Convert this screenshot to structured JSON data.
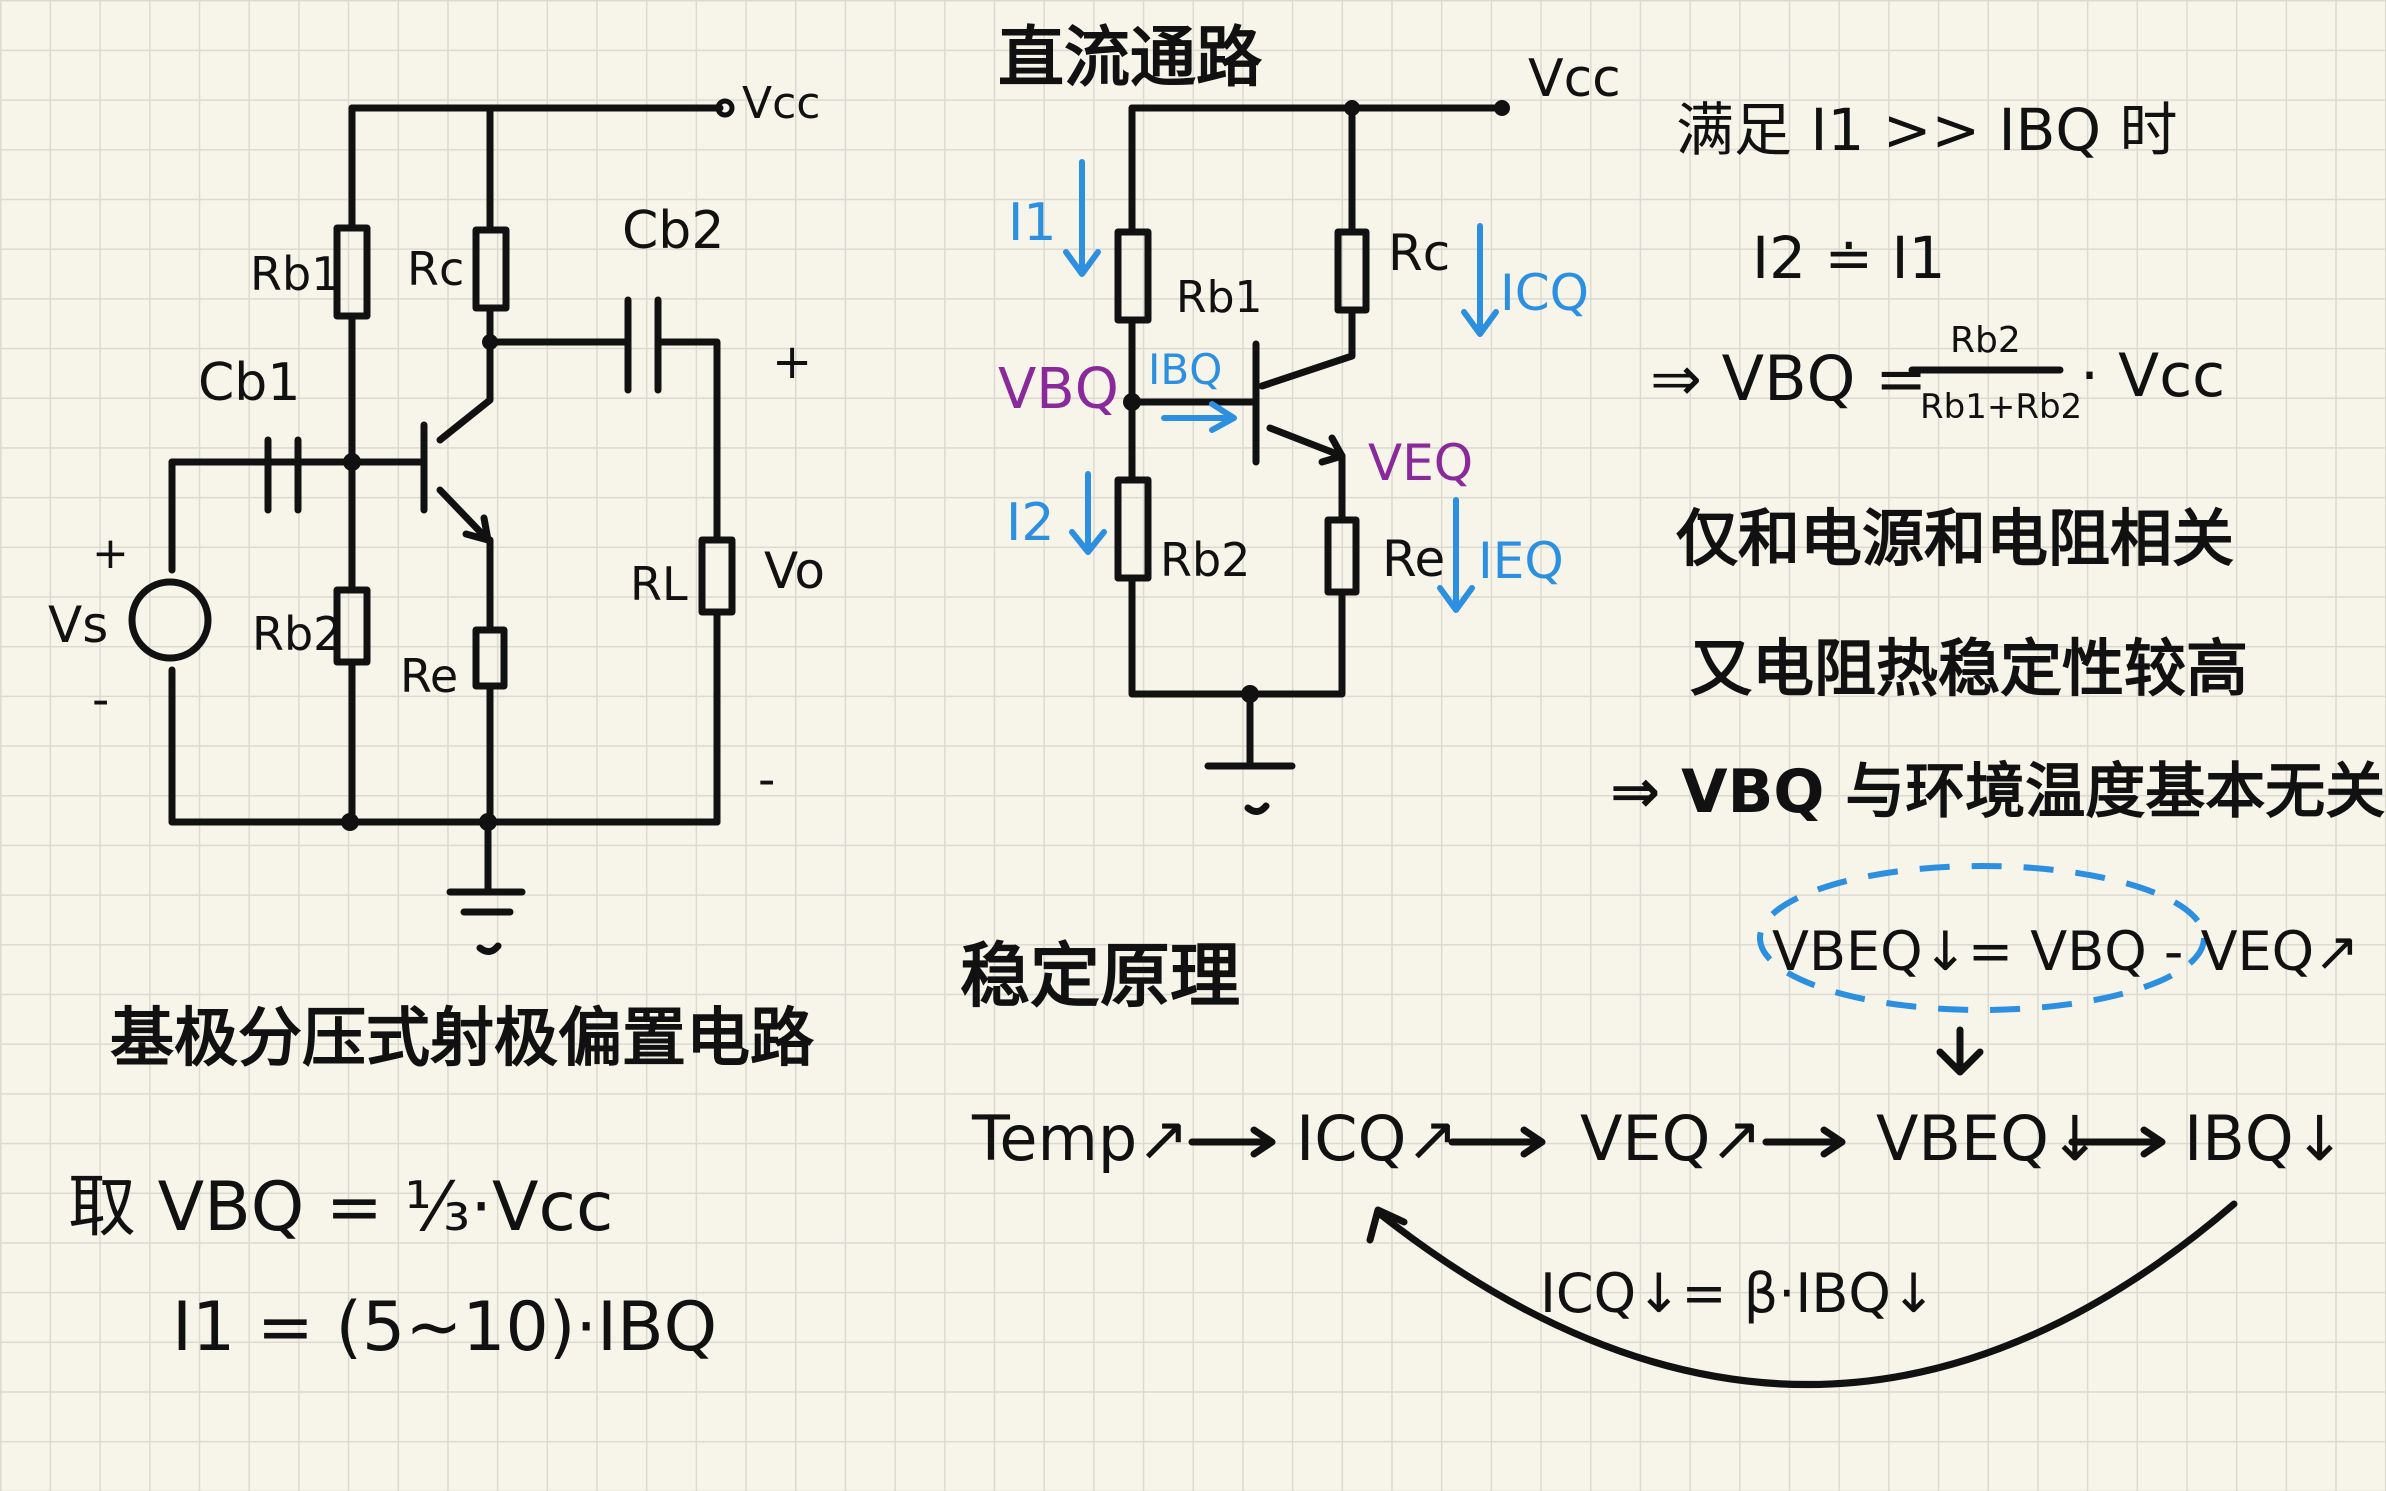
{
  "colors": {
    "ink": "#111111",
    "blue": "#2d8fe0",
    "purple": "#8a2a9a",
    "background": "#f7f5ea",
    "grid": "#dcdad0"
  },
  "circuit1": {
    "vcc": "Vcc",
    "rb1": "Rb1",
    "rc": "Rc",
    "cb2": "Cb2",
    "cb1": "Cb1",
    "plus_out": "+",
    "plus_src": "+",
    "minus_src": "-",
    "minus_out": "-",
    "vs": "Vs",
    "rb2": "Rb2",
    "re": "Re",
    "rl": "RL",
    "vo": "Vo",
    "title": "基极分压式射极偏置电路"
  },
  "circuit2": {
    "title": "直流通路",
    "vcc": "Vcc",
    "i1": "I1",
    "rb1": "Rb1",
    "rc": "Rc",
    "icq": "ICQ",
    "vbq": "VBQ",
    "ibq": "IBQ",
    "veq": "VEQ",
    "i2": "I2",
    "rb2": "Rb2",
    "re": "Re",
    "ieq": "IEQ"
  },
  "formulas": {
    "f1": "取 VBQ = ⅓·Vcc",
    "f2": "I1 = (5~10)·IBQ"
  },
  "notes": {
    "n1": "满足 I1 >> IBQ 时",
    "n2": "I2 ≐ I1",
    "n3_lhs": "⇒ VBQ =",
    "n3_num": "Rb2",
    "n3_den": "Rb1+Rb2",
    "n3_rhs": "· Vcc",
    "n4": "仅和电源和电阻相关",
    "n5": "又电阻热稳定性较高",
    "n6": "⇒ VBQ 与环境温度基本无关。"
  },
  "stability": {
    "title": "稳定原理",
    "vbeq_relation": "VBEQ↓= VBQ - VEQ↗",
    "chain": [
      "Temp↗",
      "ICQ↗",
      "VEQ↗",
      "VBEQ↓",
      "IBQ↓"
    ],
    "feedback": "ICQ↓= β·IBQ↓"
  }
}
